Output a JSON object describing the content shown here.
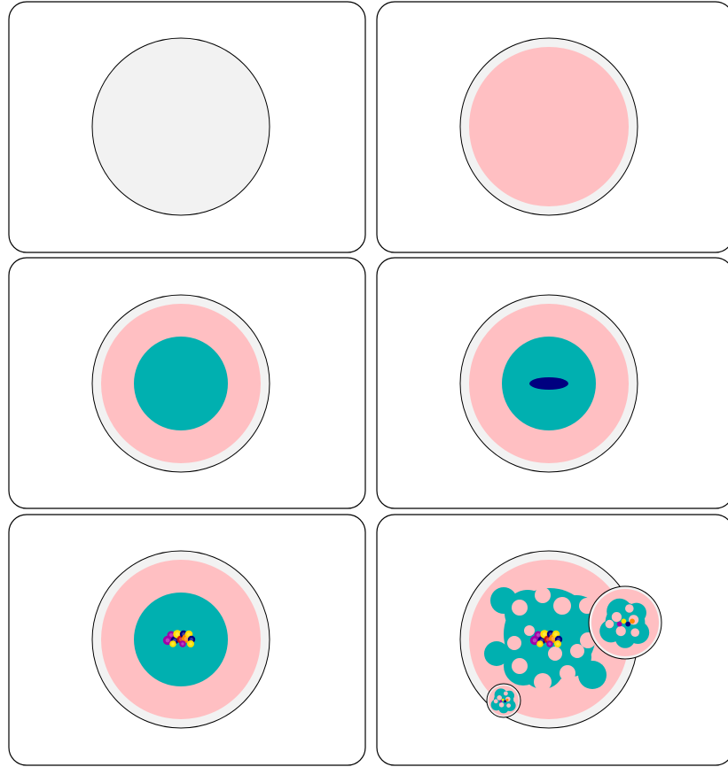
{
  "colors": {
    "background": "#ffffff",
    "panel_border": "#000000",
    "outer_circle": "#f2f2f2",
    "pink_layer": "#ffbfc2",
    "teal_core": "#00b0b0",
    "navy_ellipse": "#000080",
    "purple": "#a100a8",
    "yellow": "#ffe000",
    "orange": "#ff8a00",
    "red": "#cc1111",
    "white_ring": "#ffffff"
  },
  "panels": [
    {
      "id": 1,
      "layers": [
        "outer_circle"
      ]
    },
    {
      "id": 2,
      "layers": [
        "outer_circle",
        "pink_layer"
      ]
    },
    {
      "id": 3,
      "layers": [
        "outer_circle",
        "pink_layer",
        "teal_core"
      ]
    },
    {
      "id": 4,
      "layers": [
        "outer_circle",
        "pink_layer",
        "teal_core",
        "navy_ellipse"
      ]
    },
    {
      "id": 5,
      "layers": [
        "outer_circle",
        "pink_layer",
        "teal_core",
        "colored_cluster"
      ]
    },
    {
      "id": 6,
      "layers": [
        "outer_circle",
        "pink_layer",
        "fragmented_teal",
        "colored_cluster",
        "budding_cells"
      ]
    }
  ]
}
